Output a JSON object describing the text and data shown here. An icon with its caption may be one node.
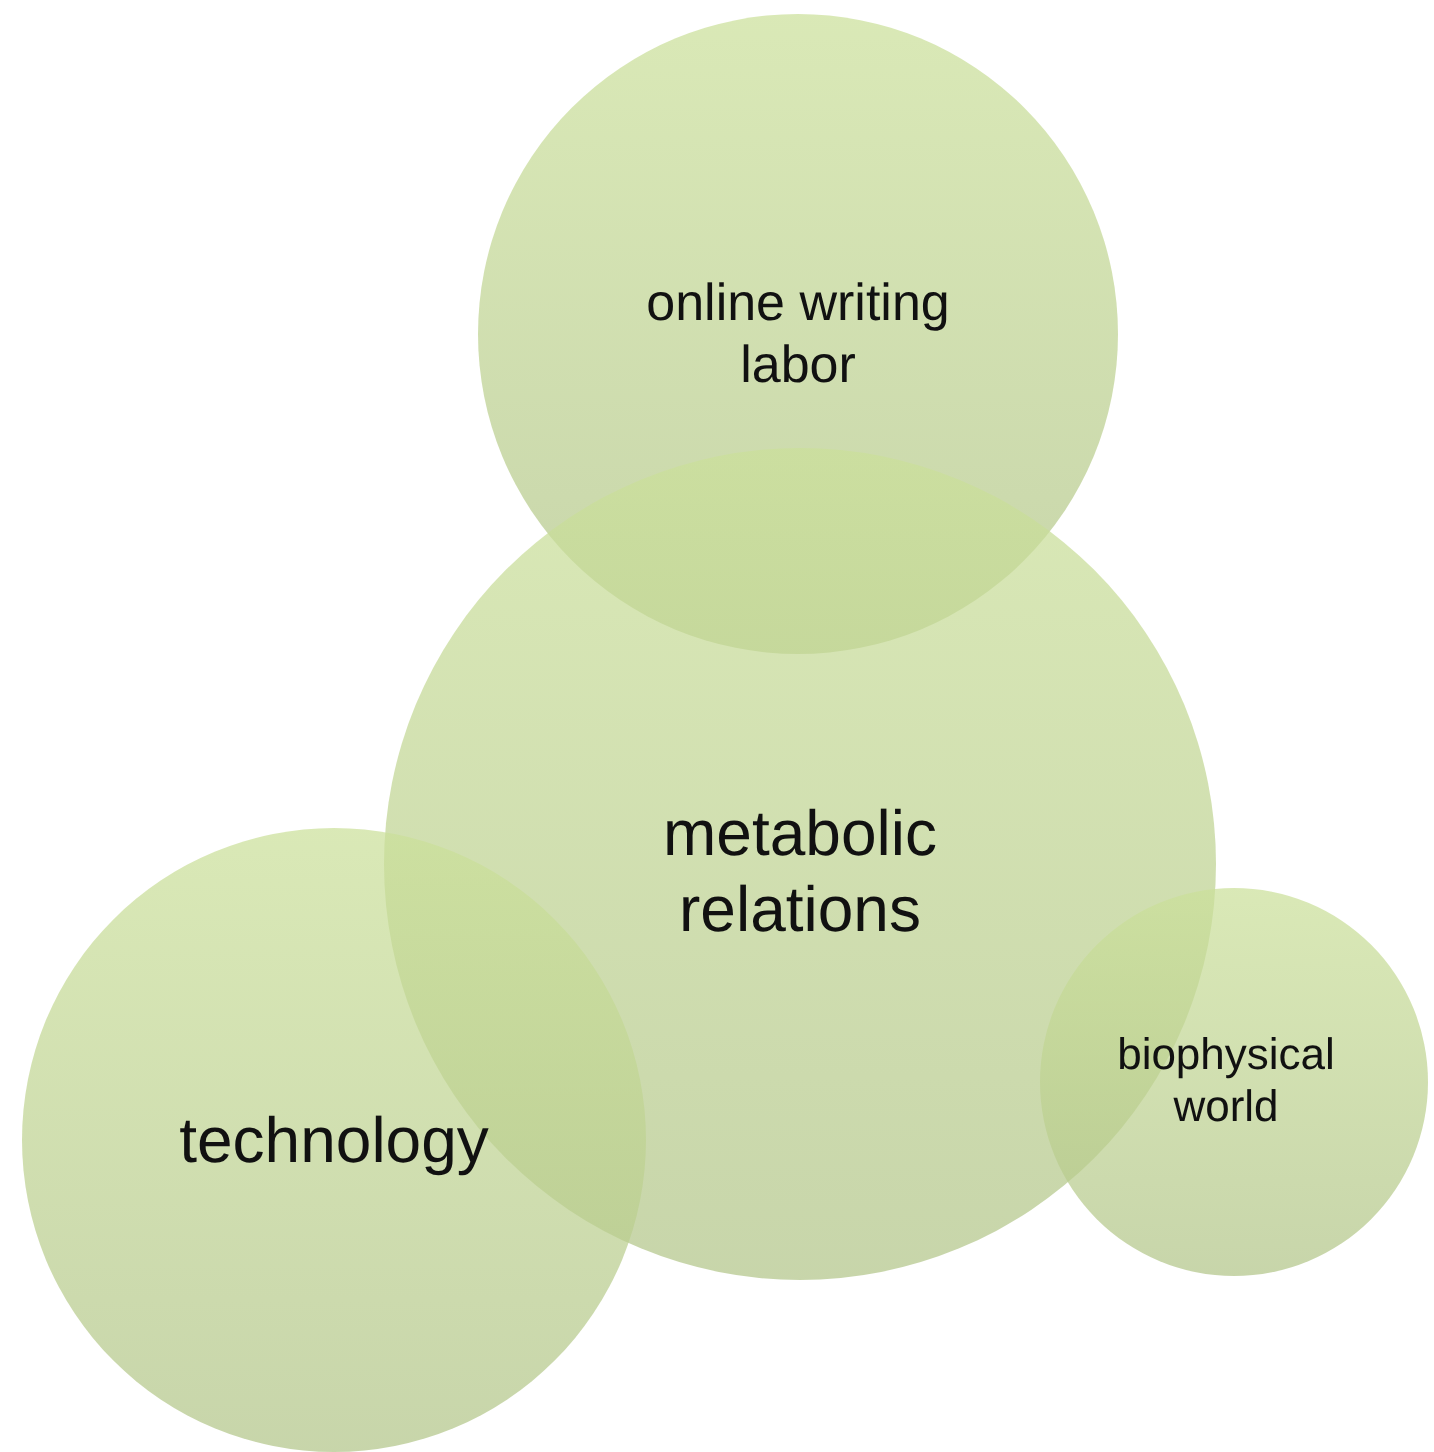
{
  "diagram": {
    "nodes": [
      {
        "text": [
          "online writing labor"
        ]
      },
      {
        "text": [
          "metabolic relations"
        ]
      },
      {
        "text": [
          "technology"
        ]
      },
      {
        "text": [
          "biophysical world"
        ]
      }
    ]
  }
}
